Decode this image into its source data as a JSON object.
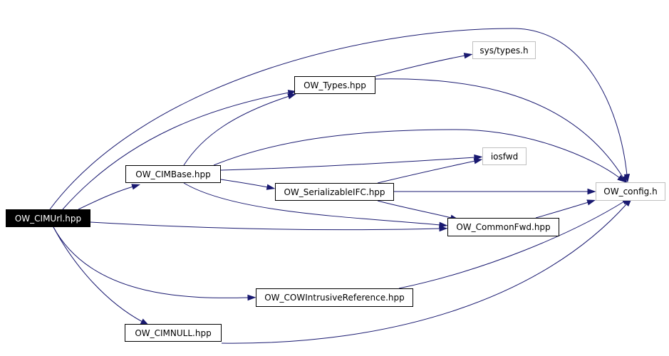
{
  "diagram": {
    "edge_color": "#191970",
    "nodes": [
      {
        "id": "cimurl",
        "label": "OW_CIMUrl.hpp",
        "current": true,
        "external": false
      },
      {
        "id": "cimbase",
        "label": "OW_CIMBase.hpp",
        "current": false,
        "external": false
      },
      {
        "id": "types",
        "label": "OW_Types.hpp",
        "current": false,
        "external": false
      },
      {
        "id": "systypes",
        "label": "sys/types.h",
        "current": false,
        "external": true
      },
      {
        "id": "iosfwd",
        "label": "iosfwd",
        "current": false,
        "external": true
      },
      {
        "id": "serializable",
        "label": "OW_SerializableIFC.hpp",
        "current": false,
        "external": false
      },
      {
        "id": "commonfwd",
        "label": "OW_CommonFwd.hpp",
        "current": false,
        "external": false
      },
      {
        "id": "config",
        "label": "OW_config.h",
        "current": false,
        "external": true
      },
      {
        "id": "cowref",
        "label": "OW_COWIntrusiveReference.hpp",
        "current": false,
        "external": false
      },
      {
        "id": "cimnull",
        "label": "OW_CIMNULL.hpp",
        "current": false,
        "external": false
      }
    ],
    "edges": [
      {
        "from": "cimurl",
        "to": "config"
      },
      {
        "from": "cimurl",
        "to": "types"
      },
      {
        "from": "cimurl",
        "to": "cimbase"
      },
      {
        "from": "cimurl",
        "to": "commonfwd"
      },
      {
        "from": "cimurl",
        "to": "cowref"
      },
      {
        "from": "cimurl",
        "to": "cimnull"
      },
      {
        "from": "cimbase",
        "to": "types"
      },
      {
        "from": "cimbase",
        "to": "config"
      },
      {
        "from": "cimbase",
        "to": "iosfwd"
      },
      {
        "from": "cimbase",
        "to": "serializable"
      },
      {
        "from": "cimbase",
        "to": "commonfwd"
      },
      {
        "from": "types",
        "to": "systypes"
      },
      {
        "from": "types",
        "to": "config"
      },
      {
        "from": "serializable",
        "to": "iosfwd"
      },
      {
        "from": "serializable",
        "to": "config"
      },
      {
        "from": "serializable",
        "to": "commonfwd"
      },
      {
        "from": "commonfwd",
        "to": "config"
      },
      {
        "from": "cowref",
        "to": "config"
      },
      {
        "from": "cimnull",
        "to": "config"
      }
    ]
  }
}
